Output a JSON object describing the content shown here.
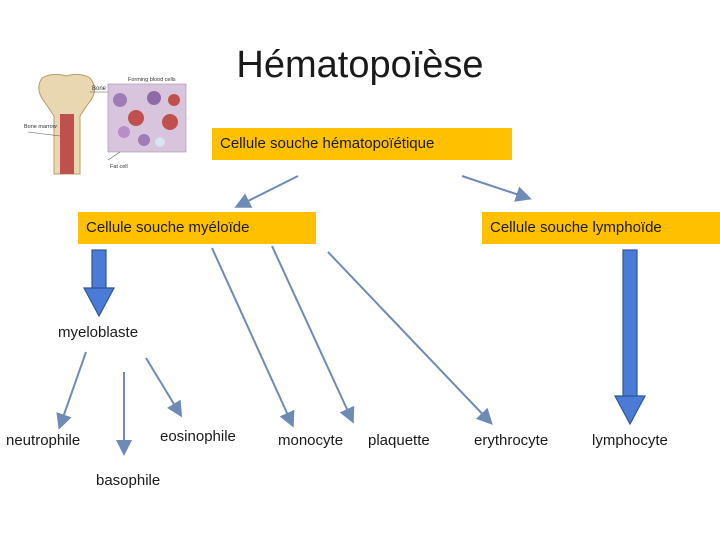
{
  "title": "Hématopoïèse",
  "boxes": {
    "hematopoietic_stem_cell": "Cellule souche hématopoïétique",
    "myeloid_stem_cell": "Cellule souche  myéloïde",
    "lymphoid_stem_cell": "Cellule souche lymphoïde"
  },
  "cells": {
    "myeloblaste": "myeloblaste",
    "neutrophile": "neutrophile",
    "eosinophile": "eosinophile",
    "basophile": "basophile",
    "monocyte": "monocyte",
    "plaquette": "plaquette",
    "erythrocyte": "erythrocyte",
    "lymphocyte": "lymphocyte"
  },
  "illustration": {
    "labels": {
      "bone": "Bone",
      "forming_blood_cells": "Forming blood cells",
      "bone_marrow": "Bone marrow",
      "fat_cell": "Fat cell"
    }
  },
  "colors": {
    "box_fill": "#ffc000",
    "block_arrow": "#4a7bd6",
    "line_arrow": "#6e8bb5"
  }
}
